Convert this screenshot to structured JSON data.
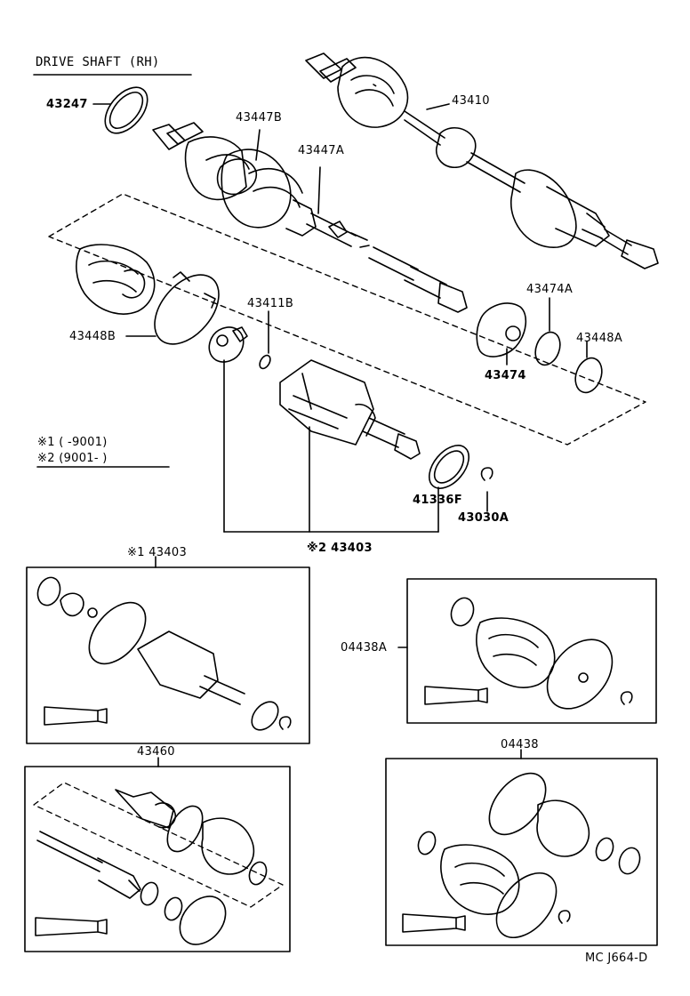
{
  "title": "DRIVE SHAFT (RH)",
  "footer_code": "MC J664-D",
  "notes": {
    "n1": "※1 (     -9001)",
    "n2": "※2 (9001-      )"
  },
  "parts": {
    "p43247": "43247",
    "p43447B": "43447B",
    "p43447A": "43447A",
    "p43410": "43410",
    "p43448B": "43448B",
    "p43411B": "43411B",
    "p43474A": "43474A",
    "p43474": "43474",
    "p43448A": "43448A",
    "p41336F": "41336F",
    "p43030A": "43030A",
    "p43403_2": "※2 43403",
    "p43403_1": "※1 43403",
    "p04438A": "04438A",
    "p43460": "43460",
    "p04438": "04438"
  }
}
